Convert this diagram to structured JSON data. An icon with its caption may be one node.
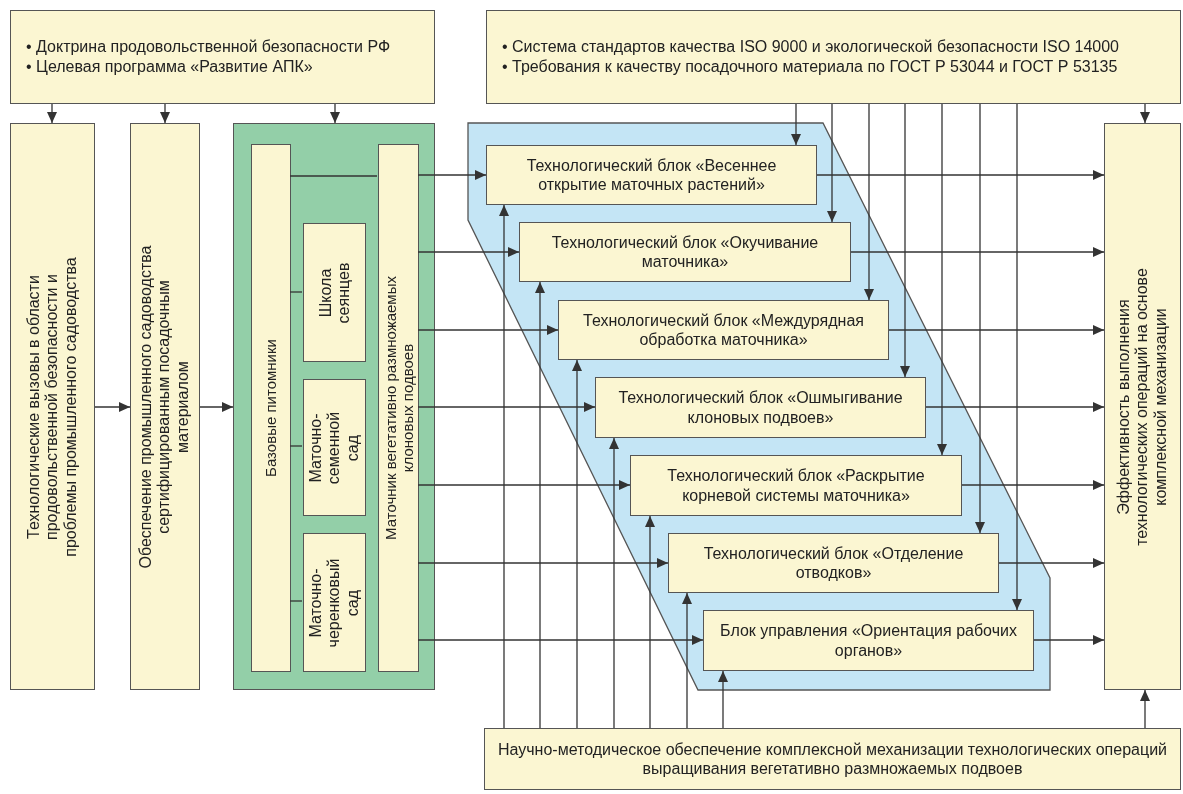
{
  "diagram": {
    "nodes": [
      {
        "text": [
          "• Доктрина продовольственной безопасности РФ",
          "• Целевая программа «Развитие АПК»"
        ]
      },
      {
        "text": [
          "• Система стандартов качества ISO 9000 и экологической безопасности ISO 14000",
          "• Требования к качеству посадочного материала по ГОСТ Р 53044 и ГОСТ Р 53135"
        ]
      },
      {
        "text": [
          "Технологические вызовы в области продовольственной безопасности и проблемы промышленного садоводства"
        ]
      },
      {
        "text": [
          "Обеспечение промышленного садоводства сертифицированным посадочным материалом"
        ]
      },
      {
        "text": [],
        "shape": "box"
      },
      {
        "text": [
          "Базовые питомники"
        ],
        "in": 4
      },
      {
        "text": [
          "Школа сеянцев"
        ],
        "in": 4
      },
      {
        "text": [
          "Маточно-семенной сад"
        ],
        "in": 4
      },
      {
        "text": [
          "Маточно-черенковый сад"
        ],
        "in": 4
      },
      {
        "text": [
          "Маточник вегетативно размножаемых клоновых подвоев"
        ],
        "in": 4
      },
      {
        "text": [],
        "shape": "polygon"
      },
      {
        "text": [
          "Технологический блок «Весеннее открытие маточных растений»"
        ],
        "in": 10
      },
      {
        "text": [
          "Технологический блок «Окучивание маточника»"
        ],
        "in": 10
      },
      {
        "text": [
          "Технологический блок «Междурядная обработка маточника»"
        ],
        "in": 10
      },
      {
        "text": [
          "Технологический блок «Ошмыгивание клоновых подвоев»"
        ],
        "in": 10
      },
      {
        "text": [
          "Технологический блок «Раскрытие корневой системы маточника»"
        ],
        "in": 10
      },
      {
        "text": [
          "Технологический блок «Отделение отводков»"
        ],
        "in": 10
      },
      {
        "text": [
          "Блок управления «Ориентация рабочих органов»"
        ],
        "in": 10
      },
      {
        "text": [
          "Эффективность выполнения технологических операций на основе комплексной механизации"
        ]
      },
      {
        "text": [
          "Научно-методическое обеспечение комплексной механизации технологических операций выращивания вегетативно размножаемых подвоев"
        ]
      }
    ],
    "edges": [
      {
        "from": 0,
        "to": 2,
        "arrow": "to"
      },
      {
        "from": 0,
        "to": 3,
        "arrow": "to"
      },
      {
        "from": 0,
        "to": 4,
        "arrow": "to"
      },
      {
        "from": 2,
        "to": 3,
        "arrow": "to"
      },
      {
        "from": 3,
        "to": 4,
        "arrow": "to"
      },
      {
        "from": 5,
        "to": 9,
        "arrow": "none"
      },
      {
        "from": 5,
        "to": 6,
        "arrow": "none"
      },
      {
        "from": 5,
        "to": 7,
        "arrow": "none"
      },
      {
        "from": 5,
        "to": 8,
        "arrow": "none"
      },
      {
        "from": 9,
        "to": 11,
        "arrow": "to"
      },
      {
        "from": 9,
        "to": 12,
        "arrow": "to"
      },
      {
        "from": 9,
        "to": 13,
        "arrow": "to"
      },
      {
        "from": 9,
        "to": 14,
        "arrow": "to"
      },
      {
        "from": 9,
        "to": 15,
        "arrow": "to"
      },
      {
        "from": 9,
        "to": 16,
        "arrow": "to"
      },
      {
        "from": 9,
        "to": 17,
        "arrow": "to"
      },
      {
        "from": 11,
        "to": 18,
        "arrow": "to"
      },
      {
        "from": 12,
        "to": 18,
        "arrow": "to"
      },
      {
        "from": 13,
        "to": 18,
        "arrow": "to"
      },
      {
        "from": 14,
        "to": 18,
        "arrow": "to"
      },
      {
        "from": 15,
        "to": 18,
        "arrow": "to"
      },
      {
        "from": 16,
        "to": 18,
        "arrow": "to"
      },
      {
        "from": 17,
        "to": 18,
        "arrow": "to"
      },
      {
        "from": 1,
        "to": 11,
        "arrow": "to"
      },
      {
        "from": 1,
        "to": 12,
        "arrow": "to"
      },
      {
        "from": 1,
        "to": 13,
        "arrow": "to"
      },
      {
        "from": 1,
        "to": 14,
        "arrow": "to"
      },
      {
        "from": 1,
        "to": 15,
        "arrow": "to"
      },
      {
        "from": 1,
        "to": 16,
        "arrow": "to"
      },
      {
        "from": 1,
        "to": 17,
        "arrow": "to"
      },
      {
        "from": 1,
        "to": 18,
        "arrow": "to"
      },
      {
        "from": 19,
        "to": 11,
        "arrow": "to"
      },
      {
        "from": 19,
        "to": 12,
        "arrow": "to"
      },
      {
        "from": 19,
        "to": 13,
        "arrow": "to"
      },
      {
        "from": 19,
        "to": 14,
        "arrow": "to"
      },
      {
        "from": 19,
        "to": 15,
        "arrow": "to"
      },
      {
        "from": 19,
        "to": 16,
        "arrow": "to"
      },
      {
        "from": 19,
        "to": 17,
        "arrow": "to"
      },
      {
        "from": 19,
        "to": 18,
        "arrow": "to"
      }
    ]
  }
}
